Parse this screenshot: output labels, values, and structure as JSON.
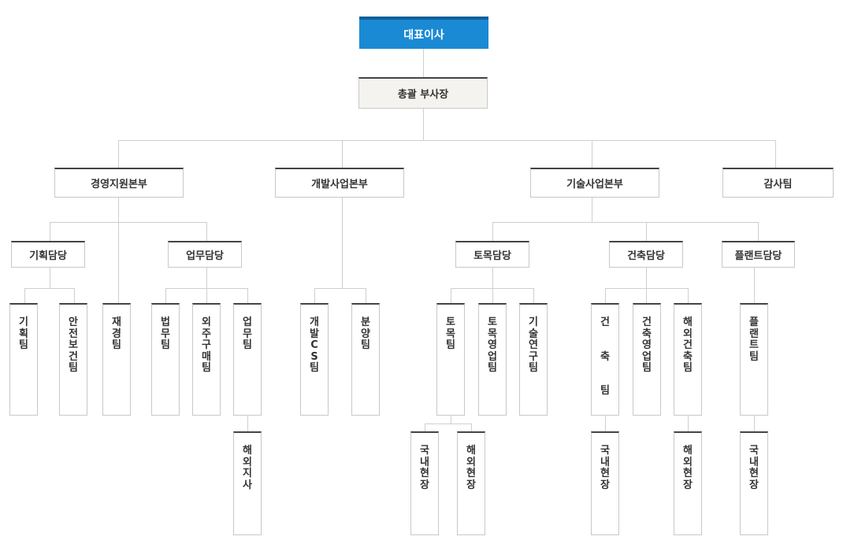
{
  "chart": {
    "ceo": "대표이사",
    "vp": "총괄 부사장",
    "divisions": [
      {
        "name": "경영지원본부"
      },
      {
        "name": "개발사업본부"
      },
      {
        "name": "기술사업본부"
      },
      {
        "name": "감사팀"
      }
    ],
    "departments": [
      {
        "name": "기획담당"
      },
      {
        "name": "업무담당"
      },
      {
        "name": "토목담당"
      },
      {
        "name": "건축담당"
      },
      {
        "name": "플랜트담당"
      }
    ],
    "teams": [
      {
        "name": "기획팀"
      },
      {
        "name": "안전보건팀"
      },
      {
        "name": "재경팀"
      },
      {
        "name": "법무팀"
      },
      {
        "name": "외주구매팀"
      },
      {
        "name": "업무팀"
      },
      {
        "name": "개발CS팀"
      },
      {
        "name": "분양팀"
      },
      {
        "name": "토목팀"
      },
      {
        "name": "토목영업팀"
      },
      {
        "name": "기술연구팀"
      },
      {
        "name": "건  축  팀"
      },
      {
        "name": "건축영업팀"
      },
      {
        "name": "해외건축팀"
      },
      {
        "name": "플랜트팀"
      }
    ],
    "sites": [
      {
        "name": "해외지사"
      },
      {
        "name": "국내현장"
      },
      {
        "name": "해외현장"
      },
      {
        "name": "국내현장"
      },
      {
        "name": "해외현장"
      },
      {
        "name": "국내현장"
      }
    ]
  }
}
